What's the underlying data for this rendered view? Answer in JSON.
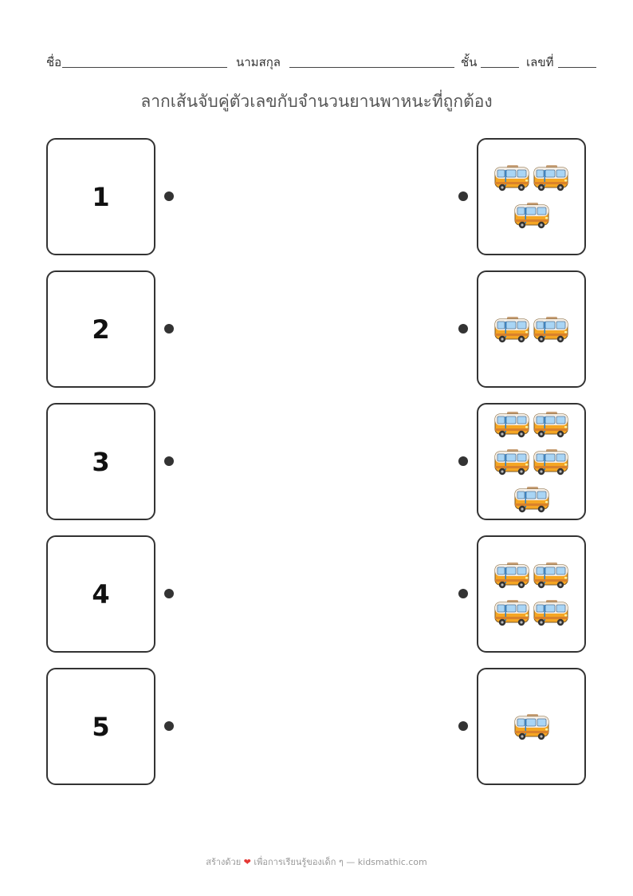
{
  "header": {
    "name_label": "ชื่อ",
    "surname_label": "นามสกุล",
    "class_label": "ชั้น",
    "number_label": "เลขที่"
  },
  "title": "ลากเส้นจับคู่ตัวเลขกับจำนวนยานพาหนะที่ถูกต้อง",
  "left_numbers": [
    "1",
    "2",
    "3",
    "4",
    "5"
  ],
  "right_counts": [
    3,
    2,
    5,
    4,
    1
  ],
  "item_icon": "minibus-icon",
  "colors": {
    "bus_body": "#f5a623",
    "bus_window": "#a9d5f5",
    "box_border": "#333333",
    "heart": "#e53935"
  },
  "footer": {
    "made_with": "สร้างด้วย",
    "heart_icon": "heart-icon",
    "for_kids": "เพื่อการเรียนรู้ของเด็ก ๆ —",
    "site": "kidsmathic.com"
  }
}
